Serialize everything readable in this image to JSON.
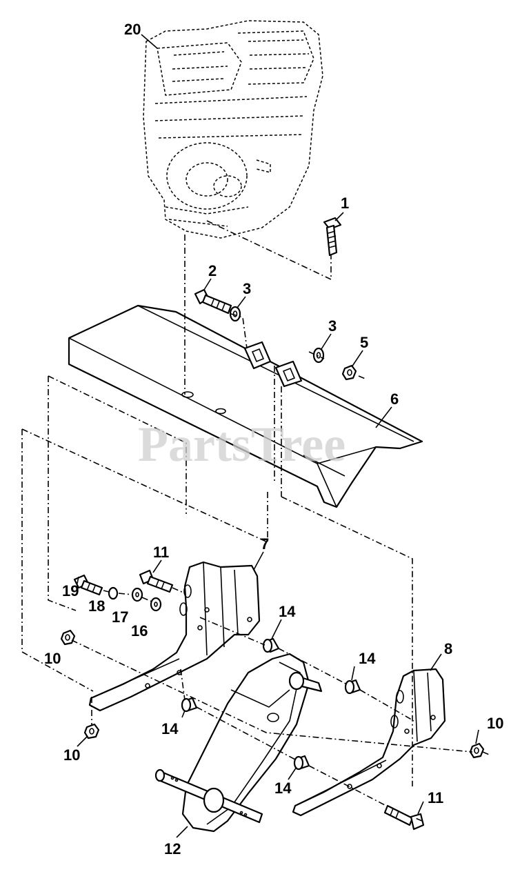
{
  "watermark": "PartsTree",
  "callouts": [
    {
      "id": "c20",
      "label": "20"
    },
    {
      "id": "c1",
      "label": "1"
    },
    {
      "id": "c2",
      "label": "2"
    },
    {
      "id": "c3a",
      "label": "3"
    },
    {
      "id": "c3b",
      "label": "3"
    },
    {
      "id": "c5",
      "label": "5"
    },
    {
      "id": "c6",
      "label": "6"
    },
    {
      "id": "c11a",
      "label": "11"
    },
    {
      "id": "c7",
      "label": "7"
    },
    {
      "id": "c19",
      "label": "19"
    },
    {
      "id": "c18",
      "label": "18"
    },
    {
      "id": "c17",
      "label": "17"
    },
    {
      "id": "c16",
      "label": "16"
    },
    {
      "id": "c14a",
      "label": "14"
    },
    {
      "id": "c10a",
      "label": "10"
    },
    {
      "id": "c14b",
      "label": "14"
    },
    {
      "id": "c8",
      "label": "8"
    },
    {
      "id": "c14c",
      "label": "14"
    },
    {
      "id": "c10b",
      "label": "10"
    },
    {
      "id": "c10c",
      "label": "10"
    },
    {
      "id": "c14d",
      "label": "14"
    },
    {
      "id": "c11b",
      "label": "11"
    },
    {
      "id": "c12",
      "label": "12"
    }
  ]
}
